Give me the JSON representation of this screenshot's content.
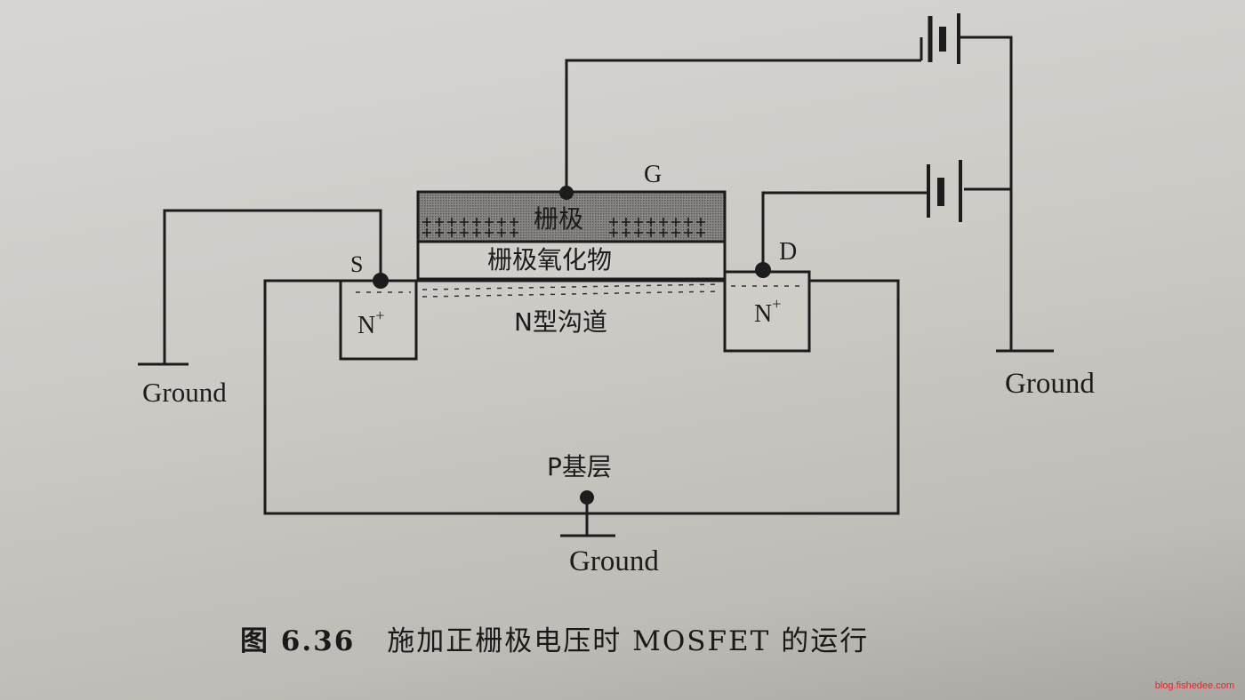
{
  "diagram": {
    "terminals": {
      "gate": "G",
      "source": "S",
      "drain": "D"
    },
    "regions": {
      "gate": "栅极",
      "gate_oxide": "栅极氧化物",
      "channel": "N型沟道",
      "source_doping": "N",
      "drain_doping": "N",
      "doping_superscript": "+",
      "substrate": "P基层"
    },
    "grounds": [
      "Ground",
      "Ground",
      "Ground"
    ]
  },
  "caption": {
    "number": "图 6.36",
    "text": "施加正栅极电压时 MOSFET 的运行"
  },
  "watermark": "blog.fishedee.com",
  "colors": {
    "ink": "#1c1c1c",
    "gate_fill": "#7d7a77",
    "watermark": "#e0262a"
  }
}
